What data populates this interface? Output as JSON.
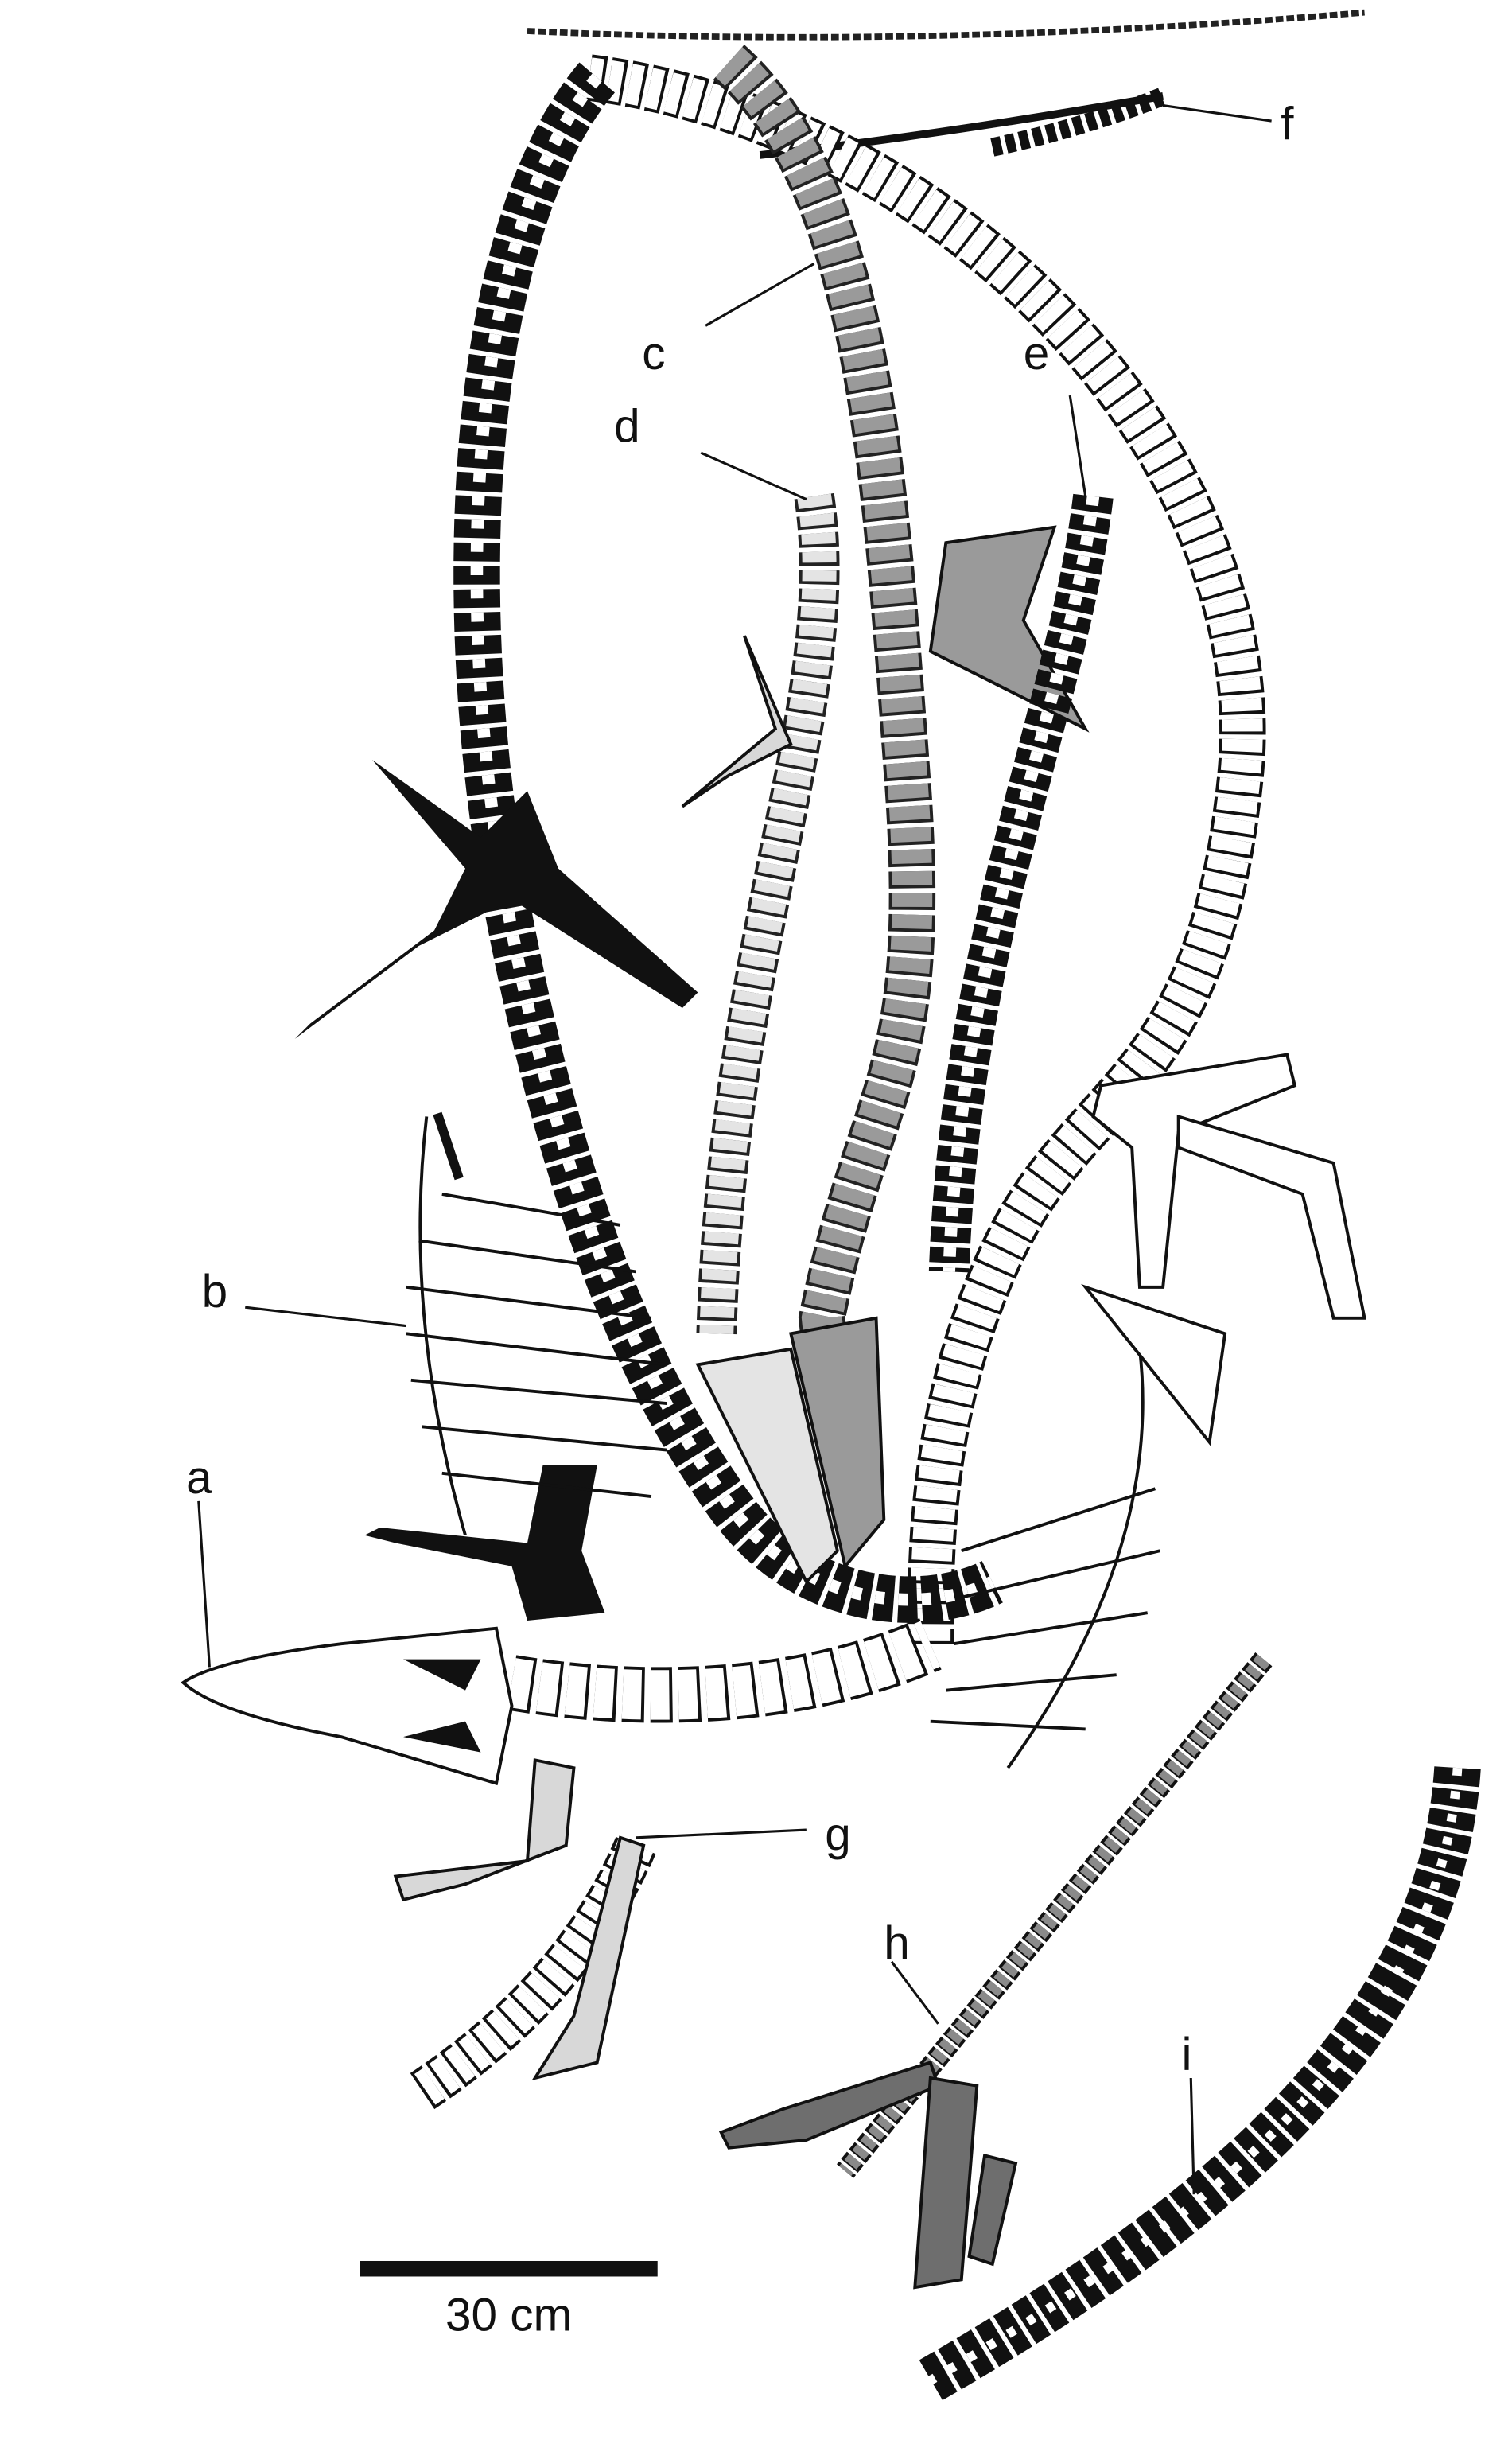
{
  "figure": {
    "labels": {
      "a": "a",
      "b": "b",
      "c": "c",
      "d": "d",
      "e": "e",
      "f": "f",
      "g": "g",
      "h": "h",
      "i": "i"
    },
    "scale_bar": {
      "label": "30 cm"
    },
    "colors": {
      "black": "#111111",
      "dark_grey": "#6e6e6e",
      "mid_grey": "#9a9a9a",
      "light_grey": "#d8d8d8",
      "white": "#ffffff"
    }
  }
}
